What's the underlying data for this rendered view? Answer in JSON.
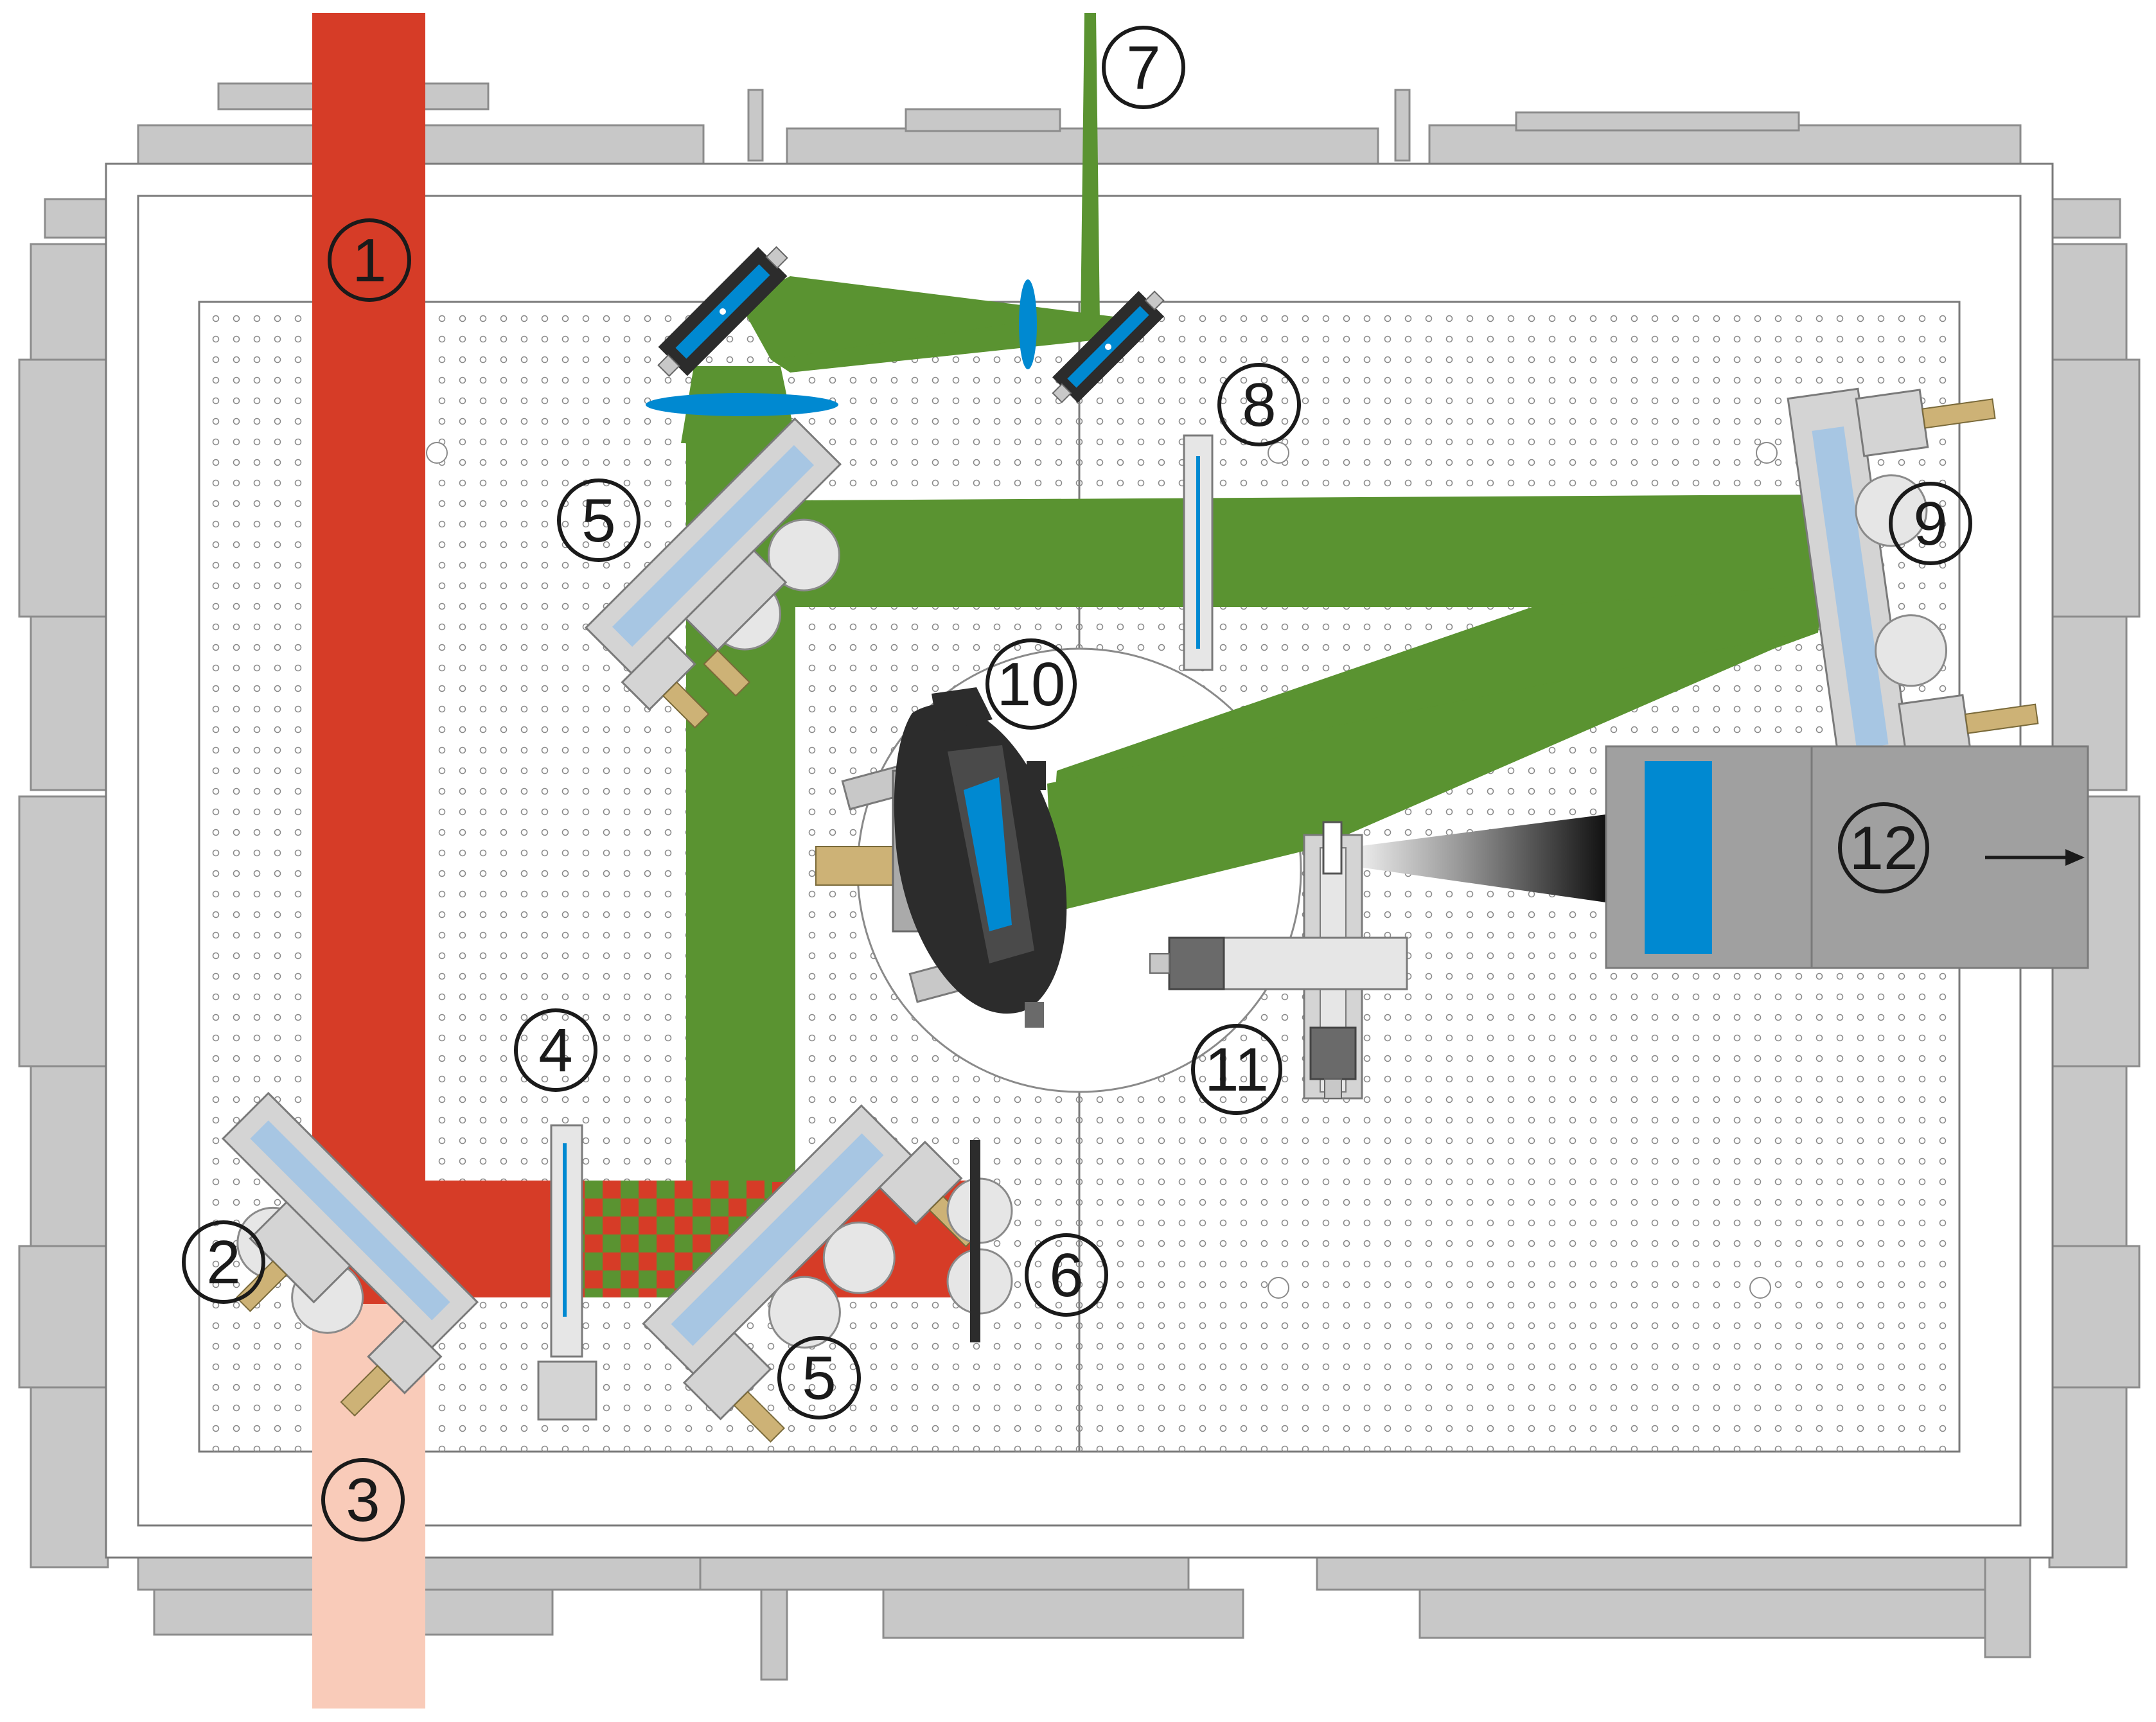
{
  "colors": {
    "background": "#ffffff",
    "chamber": "#c8c8c8",
    "chamber_stroke": "#909090",
    "breadboard": "#ffffff",
    "hole": "#8a8a8a",
    "laser_red": "#d63c27",
    "laser_transmitted": "#f9cbb9",
    "laser_green": "#5a9331",
    "optic_glass": "#a7c6e3",
    "optic_blue": "#0089d1",
    "mount_gray": "#d4d4d4",
    "brass": "#cdb276",
    "dark": "#2c2c2c",
    "camera_body": "#a0a0a0"
  },
  "callouts": [
    {
      "id": "c1",
      "label": "1"
    },
    {
      "id": "c2",
      "label": "2"
    },
    {
      "id": "c3",
      "label": "3"
    },
    {
      "id": "c4",
      "label": "4"
    },
    {
      "id": "c5a",
      "label": "5"
    },
    {
      "id": "c5b",
      "label": "5"
    },
    {
      "id": "c6",
      "label": "6"
    },
    {
      "id": "c7",
      "label": "7"
    },
    {
      "id": "c8",
      "label": "8"
    },
    {
      "id": "c9",
      "label": "9"
    },
    {
      "id": "c10",
      "label": "10"
    },
    {
      "id": "c11",
      "label": "11"
    },
    {
      "id": "c12",
      "label": "12"
    }
  ],
  "icons": {
    "output_arrow": "right-arrow-icon"
  }
}
